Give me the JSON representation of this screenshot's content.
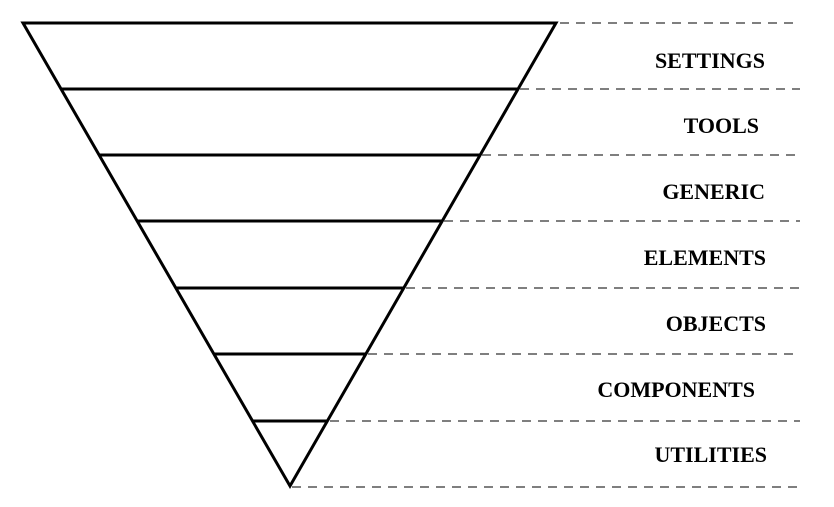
{
  "diagram": {
    "type": "inverted-pyramid",
    "layers": [
      {
        "label": "SETTINGS"
      },
      {
        "label": "TOOLS"
      },
      {
        "label": "GENERIC"
      },
      {
        "label": "ELEMENTS"
      },
      {
        "label": "OBJECTS"
      },
      {
        "label": "COMPONENTS"
      },
      {
        "label": "UTILITIES"
      }
    ]
  },
  "colors": {
    "stroke": "#000000",
    "dash": "#555555",
    "background": "#ffffff"
  }
}
